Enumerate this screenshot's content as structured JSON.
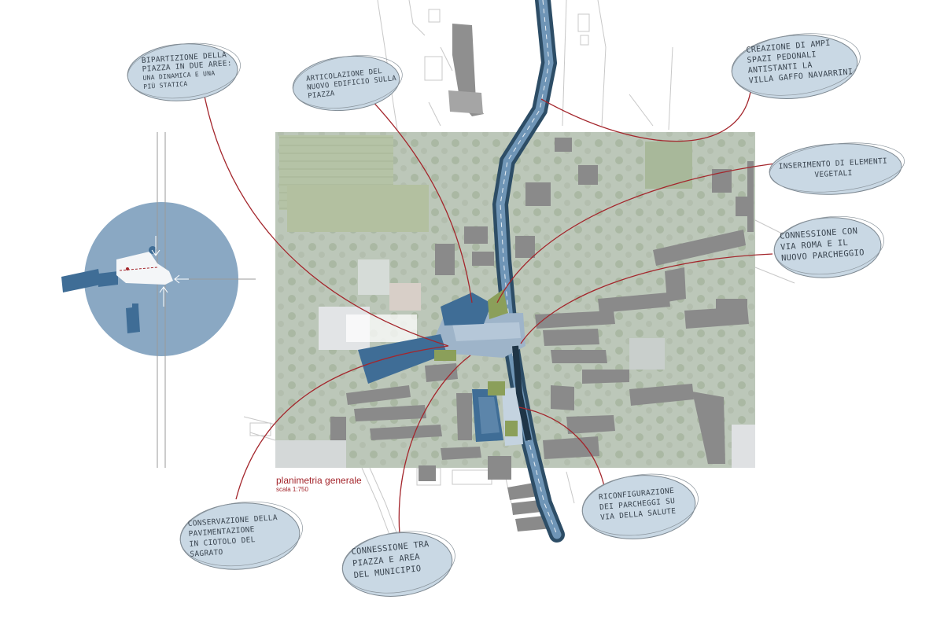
{
  "colors": {
    "bubble_fill": "#c9d8e4",
    "bubble_stroke": "#7d8891",
    "leader_line": "#a4262c",
    "diagram_circle": "#7d9fbd",
    "building_blue": "#3f6d96",
    "road": "#2d4d66",
    "green": "#8b9f5a",
    "aerial_base": "#b8c4b6"
  },
  "plan": {
    "title": "planimetria generale",
    "scale": "scala 1:750"
  },
  "annotations": [
    {
      "id": "bipartizione",
      "lines": [
        "Bipartizione della",
        "piazza in due aree:",
        "una dinamica e una",
        "più statica"
      ]
    },
    {
      "id": "articolazione",
      "lines": [
        "Articolazione del",
        "nuovo edificio sulla",
        "piazza"
      ]
    },
    {
      "id": "spazi-pedonali",
      "lines": [
        "Creazione di ampi",
        "spazi pedonali",
        "antistanti la",
        "villa Gaffo Navarrini"
      ]
    },
    {
      "id": "elementi-vegetali",
      "lines": [
        "Inserimento di elementi",
        "vegetali"
      ]
    },
    {
      "id": "via-roma",
      "lines": [
        "Connessione con",
        "via Roma e il",
        "nuovo parcheggio"
      ]
    },
    {
      "id": "parcheggi",
      "lines": [
        "Riconfigurazione",
        "dei parcheggi su",
        "via della Salute"
      ]
    },
    {
      "id": "municipio",
      "lines": [
        "Connessione tra",
        "piazza e area",
        "del municipio"
      ]
    },
    {
      "id": "sagrato",
      "lines": [
        "Conservazione della",
        "pavimentazione",
        "in ciotolo del",
        "sagrato"
      ]
    }
  ]
}
